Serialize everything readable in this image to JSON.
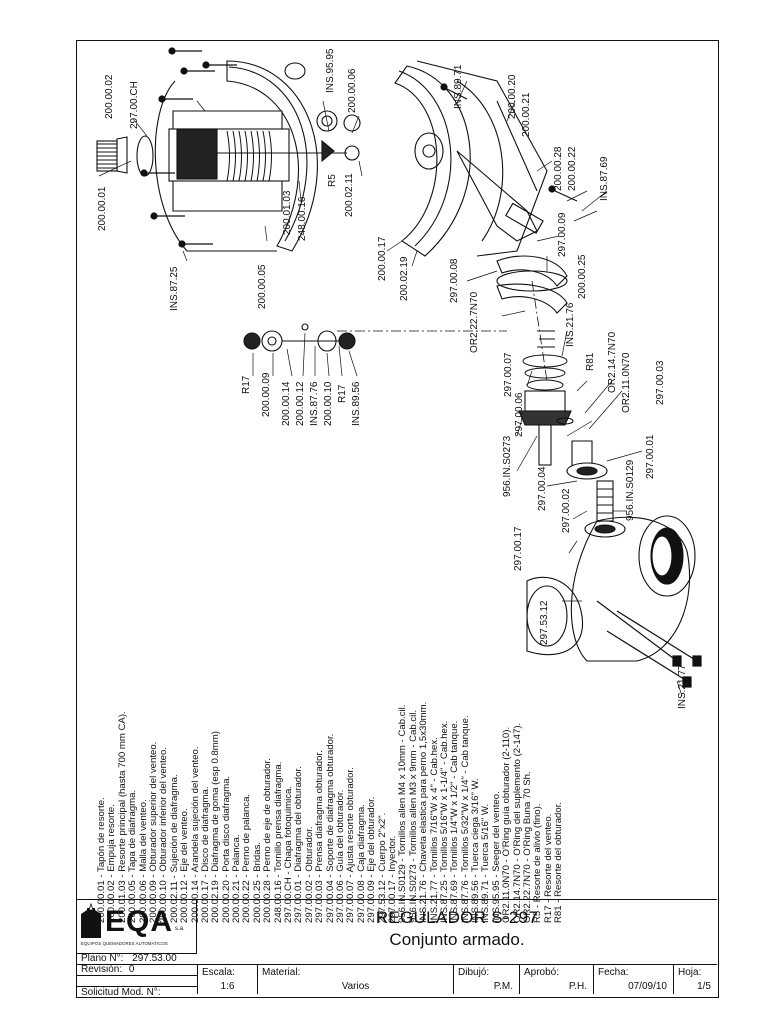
{
  "callouts": {
    "c_297_00_ch": "297.00.CH",
    "c_200_00_02": "200.00.02",
    "c_200_00_01": "200.00.01",
    "c_ins_87_25": "INS.87.25",
    "c_200_00_05": "200.00.05",
    "c_200_01_03": "200.01.03",
    "c_248_00_16": "248.00.16",
    "c_r5": "R5",
    "c_200_02_11": "200.02.11",
    "c_ins_95_95": "INS.95.95",
    "c_200_00_06": "200.00.06",
    "c_ins_89_71": "INS.89.71",
    "c_200_00_20": "200.00.20",
    "c_200_00_21": "200.00.21",
    "c_200_00_28": "200.00.28",
    "c_200_00_22": "200.00.22",
    "c_ins_87_69": "INS.87.69",
    "c_200_00_17": "200.00.17",
    "c_200_02_19": "200.02.19",
    "c_297_00_08": "297.00.08",
    "c_297_00_09": "297.00.09",
    "c_200_00_25": "200.00.25",
    "c_or2_22_7n70": "OR2.22.7N70",
    "c_ins_21_76": "INS.21.76",
    "c_r17_a": "R17",
    "c_200_00_09": "200.00.09",
    "c_200_00_14": "200.00.14",
    "c_200_00_12": "200.00.12",
    "c_ins_87_76": "INS.87.76",
    "c_200_00_10": "200.00.10",
    "c_r17_b": "R17",
    "c_ins_89_56": "INS.89.56",
    "c_297_00_07": "297.00.07",
    "c_r81": "R81",
    "c_or2_14_7n70": "OR2.14.7N70",
    "c_or2_11_0n70": "OR2.11.0N70",
    "c_297_00_03": "297.00.03",
    "c_297_00_06": "297.00.06",
    "c_956_in_s0273": "956.IN.S0273",
    "c_297_00_01": "297.00.01",
    "c_297_00_04": "297.00.04",
    "c_956_in_s0129": "956.IN.S0129",
    "c_297_00_02": "297.00.02",
    "c_297_00_17": "297.00.17",
    "c_297_53_12": "297.53.12",
    "c_ins_21_77": "INS.21.77"
  },
  "parts_list": [
    "200.00.01 - Tapón de resorte.",
    "200.00.02 - Empuja resorte.",
    "200.01.03 - Resorte principal (hasta 700 mm CA).",
    "200.00.05 - Tapa de diafragma.",
    "200.00.06 - Malla del venteo.",
    "200.00.09 - Obturador superior del venteo.",
    "200.00.10 - Obturador inferior del venteo.",
    "200.02.11 - Sujeción de diafragma.",
    "200.00.12 - Eje del venteo.",
    "200.00.14 - Arandela sujeción del venteo.",
    "200.00.17 - Disco de diafragma.",
    "200.02.19 - Diafragma de goma (esp 0.8mm)",
    "200.00.20 - Porta disco diafragma.",
    "200.00.21 - Palanca.",
    "200.00.22 - Perno de palanca.",
    "200.00.25 - Bridas.",
    "200.00.28 - Perno de eje de obturador.",
    "248.00.16 - Tornillo prensa diafragma.",
    "297.00.CH - Chapa fotoquimica.",
    "297.00.01 - Diafragma del obturador.",
    "297.00.02 - Obturador.",
    "297.00.03 - Prensa diafragma obturador.",
    "297.00.04 - Soporte de diafragma obturador.",
    "297.00.06 - Guía del obturador.",
    "297.00.07 - Ajusta resorte obturador.",
    "297.00.08 - Caja diafragma.",
    "297.00.09 - Eje del obturador.",
    "297.53.12 - Cuerpo 2\"x2\".",
    "297.00.17 - Inyector.",
    "956.IN.S0129 - Tornillos allen M4 x 10mm - Cab.cil.",
    "956.IN.S0273 - Tornillos allen M3 x 9mm - Cab.cil.",
    "INS.21.76 - Chaveta elastica para perno 1,5x30mm.",
    "INS.21.77 - Tornillos 7/16\"W x 4\" - Cab.hex.",
    "INS.87.25 - Tornillos 5/16\"W x 1-1/4\" - Cab.hex.",
    "INS.87.69 - Tornillos 1/4\"W x 1/2\" - Cab tanque.",
    "INS.87.76 - Tornillos 5/32\"W x 1/4\" - Cab tanque.",
    "INS.89.56 - Tuerca ciega 3/16\" W.",
    "INS.89.71 - Tuerca 5/16\" W.",
    "INS.95.95 - Seeger del venteo.",
    "OR2.11.0N70 - O'Ring guía obturador (2-110).",
    "OR2.14.7N70 - O'Ring del suplemento (2-147).",
    "OR2.22.7N70 - O'Ring Buna 70 Sh.",
    "R5 - Resorte de alivio (fino).",
    "R17 - Resorte del venteo.",
    "R81 - Resorte del obturador."
  ],
  "title_block": {
    "logo_text": "EQA",
    "logo_sub": "EQUIPOS QUEMADORES AUTOMATICOS",
    "logo_mark": "s.a.",
    "title": "REGULADOR S-297",
    "subtitle": "Conjunto armado.",
    "plano_label": "Plano N°:",
    "plano_value": "297.53.00",
    "revision_label": "Revisión:",
    "revision_value": "0",
    "solicitud_label": "Solicitud Mod. N°:",
    "escala_label": "Escala:",
    "escala_value": "1:6",
    "material_label": "Material:",
    "material_value": "Varios",
    "dibujo_label": "Dibujó:",
    "dibujo_value": "P.M.",
    "aprobo_label": "Aprobó:",
    "aprobo_value": "P.H.",
    "fecha_label": "Fecha:",
    "fecha_value": "07/09/10",
    "hoja_label": "Hoja:",
    "hoja_value": "1/5"
  }
}
